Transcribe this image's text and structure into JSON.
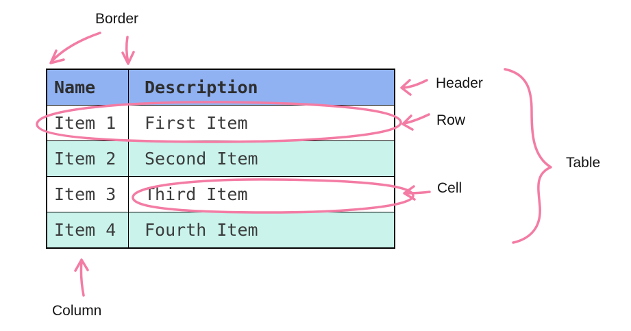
{
  "table": {
    "columns": [
      "Name",
      "Description"
    ],
    "rows": [
      [
        "Item 1",
        "First Item"
      ],
      [
        "Item 2",
        "Second Item"
      ],
      [
        "Item 3",
        "Third Item"
      ],
      [
        "Item 4",
        "Fourth Item"
      ]
    ]
  },
  "annotations": {
    "border_label": "Border",
    "header_label": "Header",
    "row_label": "Row",
    "cell_label": "Cell",
    "table_label": "Table",
    "column_label": "Column"
  },
  "colors": {
    "background": "#ffffff",
    "header_bg": "#90b2f3",
    "row_bg": "#ffffff",
    "row_alt_bg": "#c9f3eb",
    "annotation_pink": "#f37ca4",
    "table_border": "#000000",
    "cell_text": "#3c3c3c",
    "label_text": "#141414"
  }
}
